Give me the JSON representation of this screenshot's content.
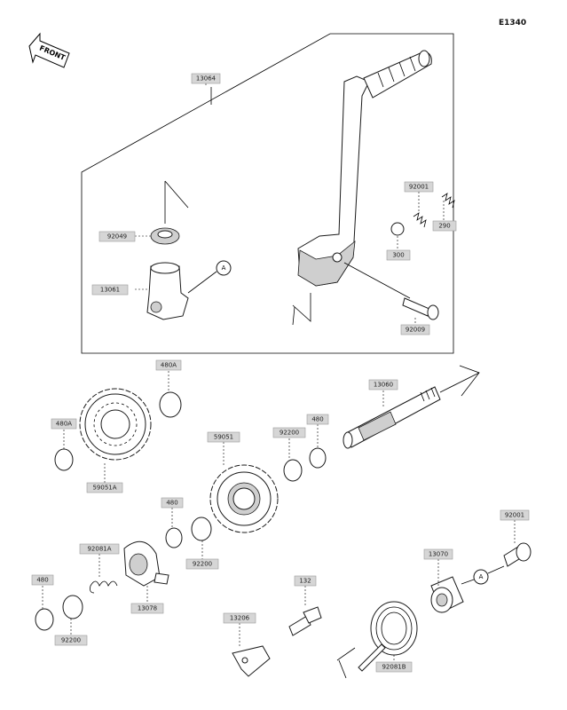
{
  "diagram_code": "E1340",
  "front_marker": "FRONT",
  "ref_marker": "A",
  "labels": {
    "p13064": "13064",
    "p92001a": "92001",
    "p92049": "92049",
    "p290": "290",
    "p300": "300",
    "p13061": "13061",
    "p92009": "92009",
    "p480a_top": "480A",
    "p13060": "13060",
    "p480a_left": "480A",
    "p480_mid": "480",
    "p92200_mid": "92200",
    "p59051": "59051",
    "p59051a": "59051A",
    "p480_low": "480",
    "p92081a": "92081A",
    "p92200_low": "92200",
    "p480_left": "480",
    "p13078": "13078",
    "p92200_bot": "92200",
    "p92001b": "92001",
    "p132": "132",
    "p13070": "13070",
    "p13206": "13206",
    "p92081b": "92081B"
  }
}
